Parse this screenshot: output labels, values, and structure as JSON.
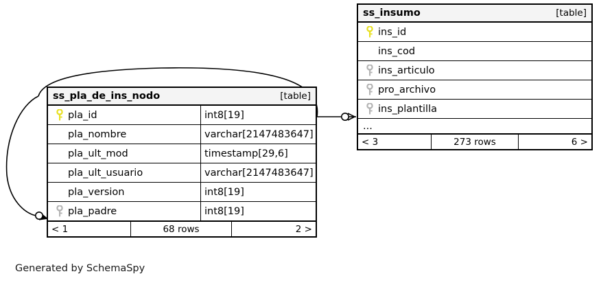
{
  "diagram": {
    "generator_credit": "Generated by SchemaSpy",
    "colors": {
      "primary_key_icon": "#e8e020",
      "foreign_key_icon": "#b3b3b3",
      "table_border": "#000000",
      "header_background": "#f4f4f4",
      "canvas_background": "#ffffff",
      "edge_stroke": "#000000"
    },
    "tables": [
      {
        "id": "ss_pla_de_ins_nodo",
        "name": "ss_pla_de_ins_nodo",
        "kind": "[table]",
        "columns": [
          {
            "key": "primary",
            "name": "pla_id",
            "type": "int8[19]"
          },
          {
            "key": "none",
            "name": "pla_nombre",
            "type": "varchar[2147483647]"
          },
          {
            "key": "none",
            "name": "pla_ult_mod",
            "type": "timestamp[29,6]"
          },
          {
            "key": "none",
            "name": "pla_ult_usuario",
            "type": "varchar[2147483647]"
          },
          {
            "key": "none",
            "name": "pla_version",
            "type": "int8[19]"
          },
          {
            "key": "foreign",
            "name": "pla_padre",
            "type": "int8[19]"
          }
        ],
        "has_ellipsis": false,
        "footer": {
          "prev": "< 1",
          "middle": "68 rows",
          "next": "2 >"
        }
      },
      {
        "id": "ss_insumo",
        "name": "ss_insumo",
        "kind": "[table]",
        "columns": [
          {
            "key": "primary",
            "name": "ins_id",
            "type": ""
          },
          {
            "key": "none",
            "name": "ins_cod",
            "type": ""
          },
          {
            "key": "foreign",
            "name": "ins_articulo",
            "type": ""
          },
          {
            "key": "foreign",
            "name": "pro_archivo",
            "type": ""
          },
          {
            "key": "foreign",
            "name": "ins_plantilla",
            "type": ""
          }
        ],
        "has_ellipsis": true,
        "ellipsis_text": "...",
        "footer": {
          "prev": "< 3",
          "middle": "273 rows",
          "next": "6 >"
        }
      }
    ],
    "relationships": [
      {
        "name": "ins-plantilla-to-pla-id",
        "from_table": "ss_insumo",
        "from_column": "ins_plantilla",
        "to_table": "ss_pla_de_ins_nodo",
        "to_column": "pla_id",
        "optional": true
      },
      {
        "name": "pla-padre-self-reference",
        "from_table": "ss_pla_de_ins_nodo",
        "from_column": "pla_padre",
        "to_table": "ss_pla_de_ins_nodo",
        "to_column": "pla_id",
        "optional": true
      }
    ]
  }
}
